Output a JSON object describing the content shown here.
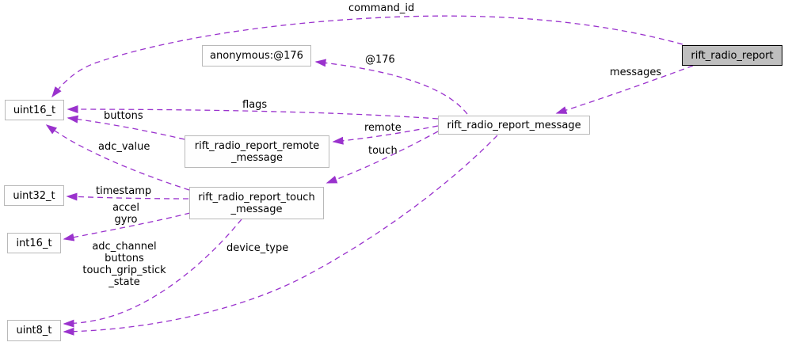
{
  "diagram": {
    "kind": "collaboration-graph",
    "background_color": "#ffffff",
    "edge_color": "#9a32cd",
    "node_border_color": "#b9b9b9",
    "highlight_node_fill": "#bfbfbf",
    "highlight_node_border": "#000000",
    "text_color": "#000000"
  },
  "nodes": {
    "uint16_t": {
      "label": "uint16_t"
    },
    "anonymous_176": {
      "label": "anonymous:@176"
    },
    "remote_message": {
      "lines": [
        "rift_radio_report_remote",
        "_message"
      ]
    },
    "uint32_t": {
      "label": "uint32_t"
    },
    "touch_message": {
      "lines": [
        "rift_radio_report_touch",
        "_message"
      ]
    },
    "int16_t": {
      "label": "int16_t"
    },
    "uint8_t": {
      "label": "uint8_t"
    },
    "report_message": {
      "label": "rift_radio_report_message"
    },
    "report": {
      "label": "rift_radio_report"
    }
  },
  "edges": {
    "command_id": {
      "label": "command_id",
      "from": "rift_radio_report",
      "to": "uint16_t"
    },
    "at176": {
      "label": "@176",
      "from": "rift_radio_report_message",
      "to": "anonymous:@176"
    },
    "messages": {
      "label": "messages",
      "from": "rift_radio_report",
      "to": "rift_radio_report_message"
    },
    "flags": {
      "label": "flags",
      "from": "rift_radio_report_message",
      "to": "uint16_t"
    },
    "buttons": {
      "label": "buttons",
      "from": "rift_radio_report_remote_message",
      "to": "uint16_t"
    },
    "remote": {
      "label": "remote",
      "from": "rift_radio_report_message",
      "to": "rift_radio_report_remote_message"
    },
    "touch": {
      "label": "touch",
      "from": "rift_radio_report_message",
      "to": "rift_radio_report_touch_message"
    },
    "adc_value": {
      "label": "adc_value",
      "from": "rift_radio_report_touch_message",
      "to": "uint16_t"
    },
    "timestamp": {
      "label": "timestamp",
      "from": "rift_radio_report_touch_message",
      "to": "uint32_t"
    },
    "accel_gyro": {
      "lines": [
        "accel",
        "gyro"
      ],
      "from": "rift_radio_report_touch_message",
      "to": "int16_t"
    },
    "adc_channel_block": {
      "lines": [
        "adc_channel",
        "buttons",
        "touch_grip_stick",
        "_state"
      ],
      "from": "rift_radio_report_touch_message",
      "to": "uint8_t"
    },
    "device_type": {
      "label": "device_type",
      "from": "rift_radio_report_message",
      "to": "uint8_t"
    }
  }
}
